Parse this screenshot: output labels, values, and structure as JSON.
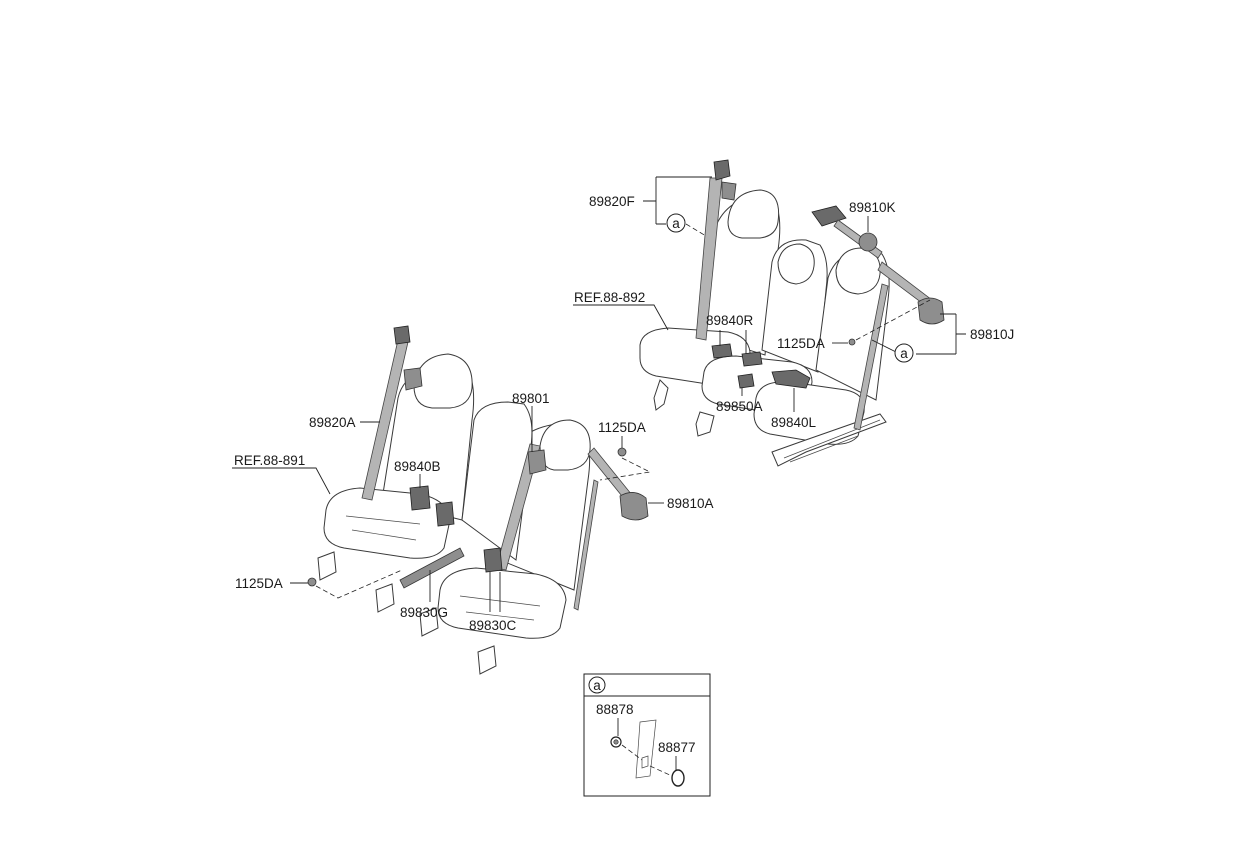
{
  "labels": {
    "l_89820F": "89820F",
    "l_89810K": "89810K",
    "l_ref88892": "REF.88-892",
    "l_89840R": "89840R",
    "l_1125DA_r": "1125DA",
    "l_89810J": "89810J",
    "l_89850A": "89850A",
    "l_89840L": "89840L",
    "l_89820A": "89820A",
    "l_89801": "89801",
    "l_1125DA_m": "1125DA",
    "l_ref88891": "REF.88-891",
    "l_89840B": "89840B",
    "l_89810A": "89810A",
    "l_1125DA_l": "1125DA",
    "l_89830G": "89830G",
    "l_89830C": "89830C",
    "l_88878": "88878",
    "l_88877": "88877"
  },
  "callouts": {
    "a1": "a",
    "a2": "a",
    "a_box": "a"
  },
  "icons": {
    "callout_marker": "circle-letter-icon",
    "fastener": "bolt-icon",
    "grommet": "ring-icon"
  }
}
